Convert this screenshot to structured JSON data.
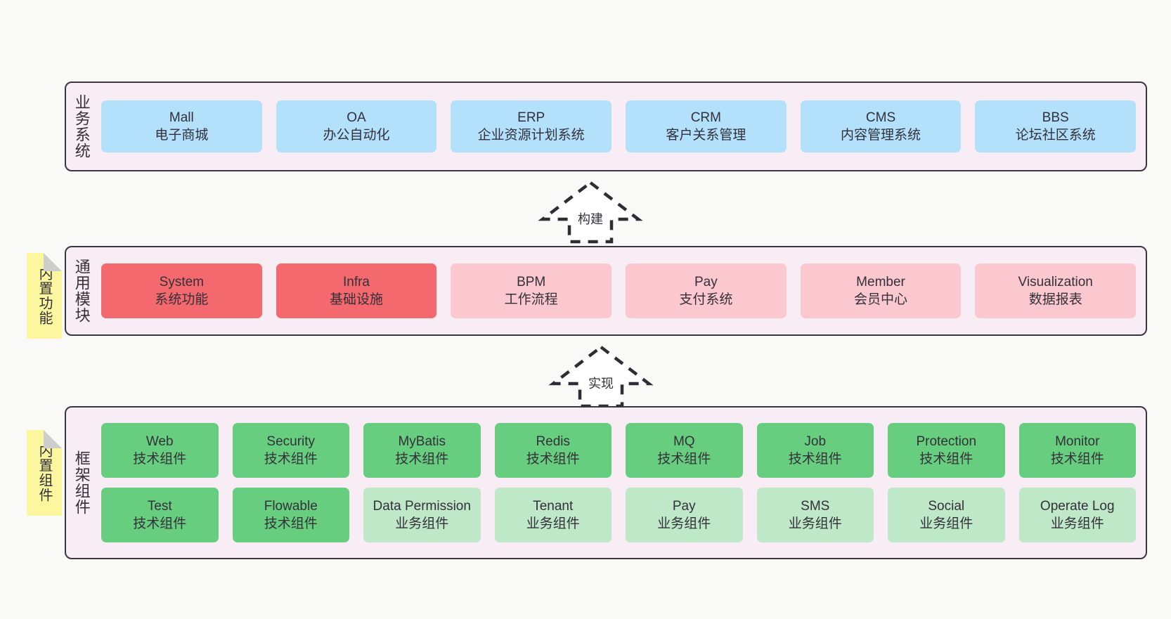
{
  "canvas": {
    "background": "#f9f9f8",
    "panel_fill": "#f8ecf5",
    "panel_border": "#3a3641",
    "sticky_fill": "#fcf79e",
    "colors": {
      "business": "#b3e0fb",
      "module_core": "#f4696e",
      "module_plain": "#fbc8d0",
      "tech_component": "#68ce7f",
      "biz_component": "#bfe8c9"
    }
  },
  "layers": [
    {
      "id": "business-systems",
      "title": "业务系统",
      "rows": [
        [
          {
            "en": "Mall",
            "cn": "电子商城",
            "color": "c-blue"
          },
          {
            "en": "OA",
            "cn": "办公自动化",
            "color": "c-blue"
          },
          {
            "en": "ERP",
            "cn": "企业资源计划系统",
            "color": "c-blue"
          },
          {
            "en": "CRM",
            "cn": "客户关系管理",
            "color": "c-blue"
          },
          {
            "en": "CMS",
            "cn": "内容管理系统",
            "color": "c-blue"
          },
          {
            "en": "BBS",
            "cn": "论坛社区系统",
            "color": "c-blue"
          }
        ]
      ]
    },
    {
      "id": "common-modules",
      "title": "通用模块",
      "sticky": "内置功能",
      "rows": [
        [
          {
            "en": "System",
            "cn": "系统功能",
            "color": "c-red"
          },
          {
            "en": "Infra",
            "cn": "基础设施",
            "color": "c-red"
          },
          {
            "en": "BPM",
            "cn": "工作流程",
            "color": "c-pink"
          },
          {
            "en": "Pay",
            "cn": "支付系统",
            "color": "c-pink"
          },
          {
            "en": "Member",
            "cn": "会员中心",
            "color": "c-pink"
          },
          {
            "en": "Visualization",
            "cn": "数据报表",
            "color": "c-pink"
          }
        ]
      ]
    },
    {
      "id": "framework-components",
      "title": "框架组件",
      "sticky": "内置组件",
      "rows": [
        [
          {
            "en": "Web",
            "cn": "技术组件",
            "color": "c-green"
          },
          {
            "en": "Security",
            "cn": "技术组件",
            "color": "c-green"
          },
          {
            "en": "MyBatis",
            "cn": "技术组件",
            "color": "c-green"
          },
          {
            "en": "Redis",
            "cn": "技术组件",
            "color": "c-green"
          },
          {
            "en": "MQ",
            "cn": "技术组件",
            "color": "c-green"
          },
          {
            "en": "Job",
            "cn": "技术组件",
            "color": "c-green"
          },
          {
            "en": "Protection",
            "cn": "技术组件",
            "color": "c-green"
          },
          {
            "en": "Monitor",
            "cn": "技术组件",
            "color": "c-green"
          }
        ],
        [
          {
            "en": "Test",
            "cn": "技术组件",
            "color": "c-green"
          },
          {
            "en": "Flowable",
            "cn": "技术组件",
            "color": "c-green"
          },
          {
            "en": "Data Permission",
            "cn": "业务组件",
            "color": "c-green-light"
          },
          {
            "en": "Tenant",
            "cn": "业务组件",
            "color": "c-green-light"
          },
          {
            "en": "Pay",
            "cn": "业务组件",
            "color": "c-green-light"
          },
          {
            "en": "SMS",
            "cn": "业务组件",
            "color": "c-green-light"
          },
          {
            "en": "Social",
            "cn": "业务组件",
            "color": "c-green-light"
          },
          {
            "en": "Operate Log",
            "cn": "业务组件",
            "color": "c-green-light"
          }
        ]
      ]
    }
  ],
  "arrows": [
    {
      "id": "arrow-build",
      "label": "构建"
    },
    {
      "id": "arrow-implement",
      "label": "实现"
    }
  ]
}
